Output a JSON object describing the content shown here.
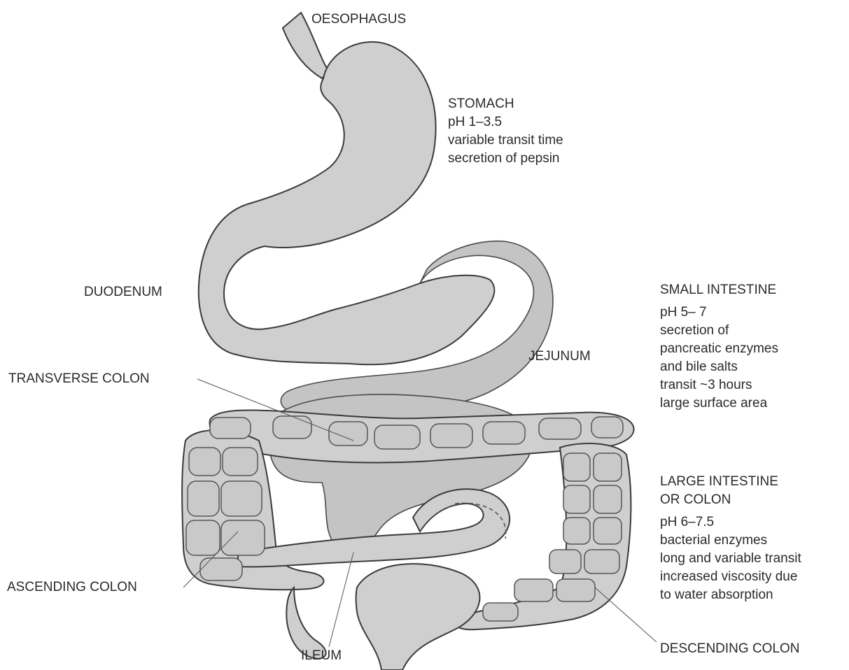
{
  "labels": {
    "oesophagus": "OESOPHAGUS",
    "duodenum": "DUODENUM",
    "jejunum": "JEJUNUM",
    "transverse_colon": "TRANSVERSE COLON",
    "ascending_colon": "ASCENDING COLON",
    "ileum": "ILEUM",
    "descending_colon": "DESCENDING COLON"
  },
  "stomach": {
    "title": "STOMACH",
    "lines": [
      "pH 1–3.5",
      "variable transit time",
      "secretion of pepsin"
    ]
  },
  "small_intestine": {
    "title": "SMALL INTESTINE",
    "lines": [
      "pH 5– 7",
      "secretion of",
      "pancreatic enzymes",
      "and bile salts",
      "transit ~3 hours",
      "large surface area"
    ]
  },
  "large_intestine": {
    "title_lines": [
      "LARGE INTESTINE",
      "OR COLON"
    ],
    "lines": [
      "pH 6–7.5",
      "bacterial enzymes",
      "long and variable transit",
      "increased viscosity due",
      "to water absorption"
    ]
  }
}
